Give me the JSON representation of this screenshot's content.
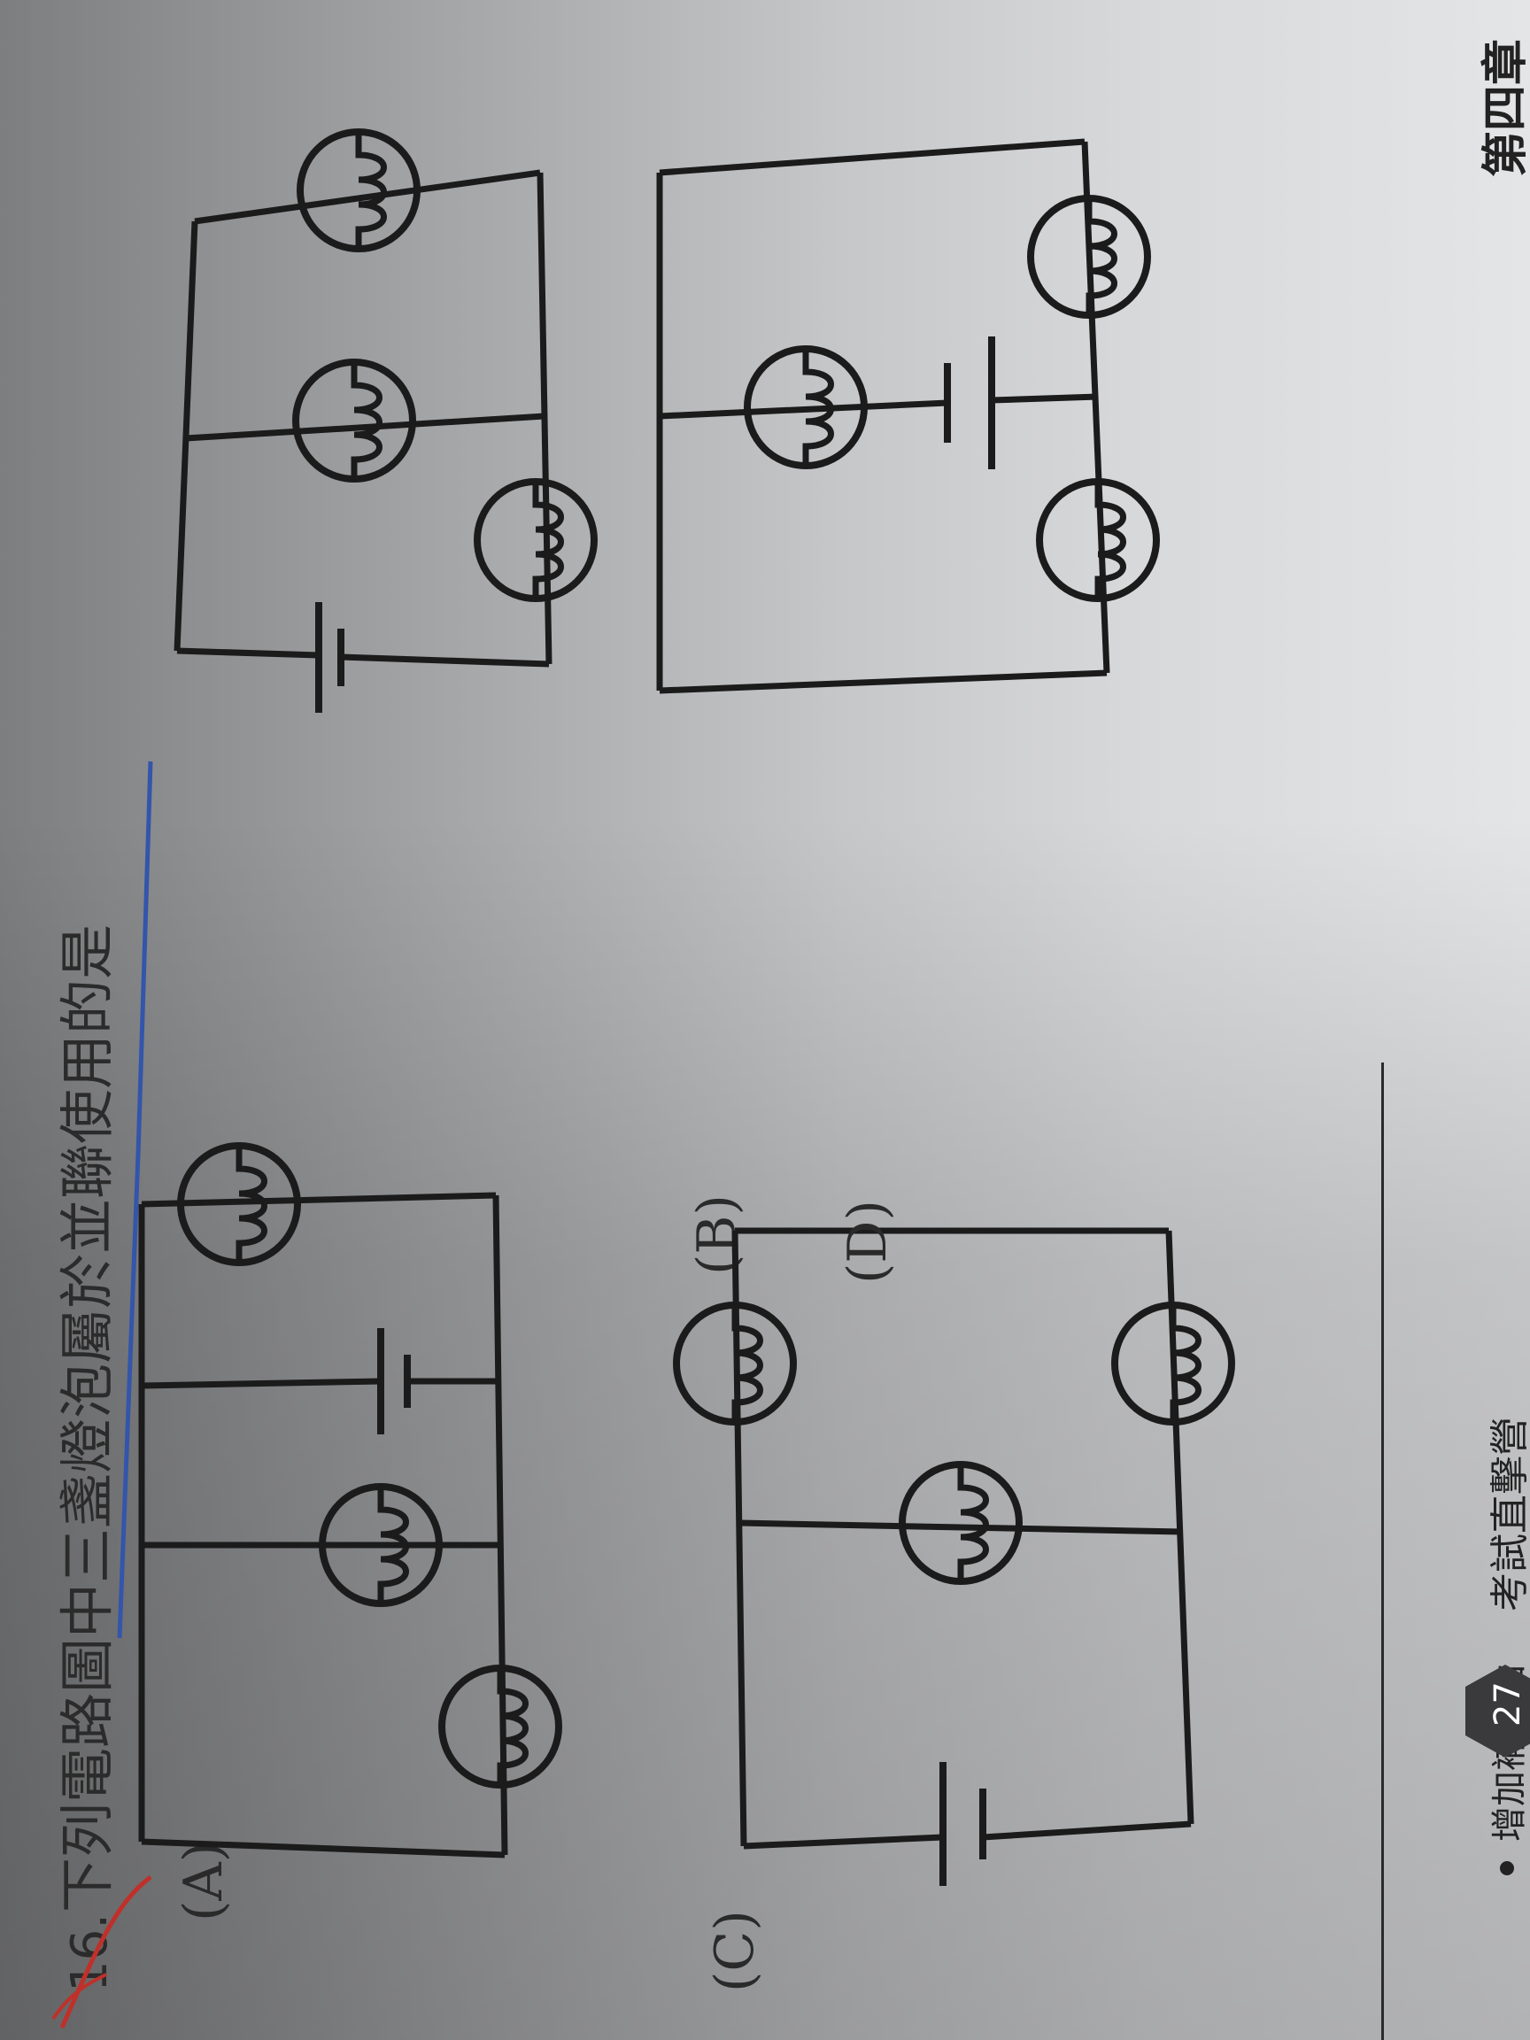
{
  "question": {
    "number": "16.",
    "text": "下列電路圖中三盞燈泡屬於並聯使用的是"
  },
  "options": [
    {
      "label": "(A)"
    },
    {
      "label": "(B)"
    },
    {
      "label": "(C)"
    },
    {
      "label": "(D)"
    }
  ],
  "footer": {
    "chapter": "第四章",
    "page_number": "27",
    "left_text": "增加補給站",
    "right_text": "考試直擊營"
  },
  "colors": {
    "ink": "#1b1b1b",
    "pen_blue": "#3355aa",
    "pen_red": "#c0302a",
    "badge": "#3a3a3c"
  }
}
